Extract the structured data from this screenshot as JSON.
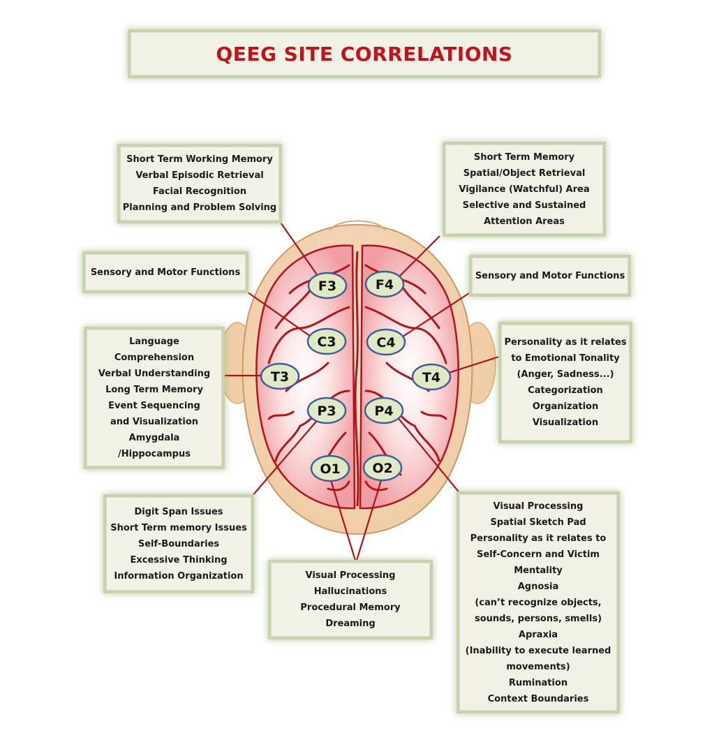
{
  "title": "QEEG SITE CORRELATIONS",
  "sites": {
    "F3": "F3",
    "F4": "F4",
    "C3": "C3",
    "C4": "C4",
    "T3": "T3",
    "T4": "T4",
    "P3": "P3",
    "P4": "P4",
    "O1": "O1",
    "O2": "O2"
  },
  "boxes": {
    "f3": [
      "Short Term Working Memory",
      "Verbal Episodic Retrieval",
      "Facial Recognition",
      "Planning and Problem Solving"
    ],
    "f4": [
      "Short Term Memory",
      "Spatial/Object Retrieval",
      "Vigilance (Watchful) Area",
      "Selective and Sustained",
      "Attention Areas"
    ],
    "c3": [
      "Sensory and Motor Functions"
    ],
    "c4": [
      "Sensory and Motor Functions"
    ],
    "t3": [
      "Language",
      "Comprehension",
      "Verbal Understanding",
      "Long Term Memory",
      "Event Sequencing",
      "and Visualization",
      "Amygdala",
      "/Hippocampus"
    ],
    "t4": [
      "Personality as it relates",
      "to Emotional Tonality",
      "(Anger, Sadness...)",
      "Categorization",
      "Organization",
      "Visualization"
    ],
    "p3": [
      "Digit Span Issues",
      "Short Term memory Issues",
      "Self-Boundaries",
      "Excessive Thinking",
      "Information Organization"
    ],
    "o": [
      "Visual Processing",
      "Hallucinations",
      "Procedural Memory",
      "Dreaming"
    ],
    "p4": [
      "Visual Processing",
      "Spatial Sketch Pad",
      "Personality as it relates to",
      "Self-Concern and Victim",
      "Mentality",
      "Agnosia",
      "(can’t recognize objects,",
      "sounds, persons, smells)",
      "Apraxia",
      "(Inability to execute learned",
      "movements)",
      "Rumination",
      "Context Boundaries"
    ]
  },
  "colors": {
    "title": "#c0141c",
    "connector": "#b01018",
    "brain": "#f3b3b5",
    "vessel": "#b5121b",
    "skin": "#f4d9b8",
    "node_fill": "#dfe9c6",
    "node_stroke": "#3e5f93",
    "box_fill": "#f2f1e6",
    "box_border": "#c8d2ae"
  }
}
